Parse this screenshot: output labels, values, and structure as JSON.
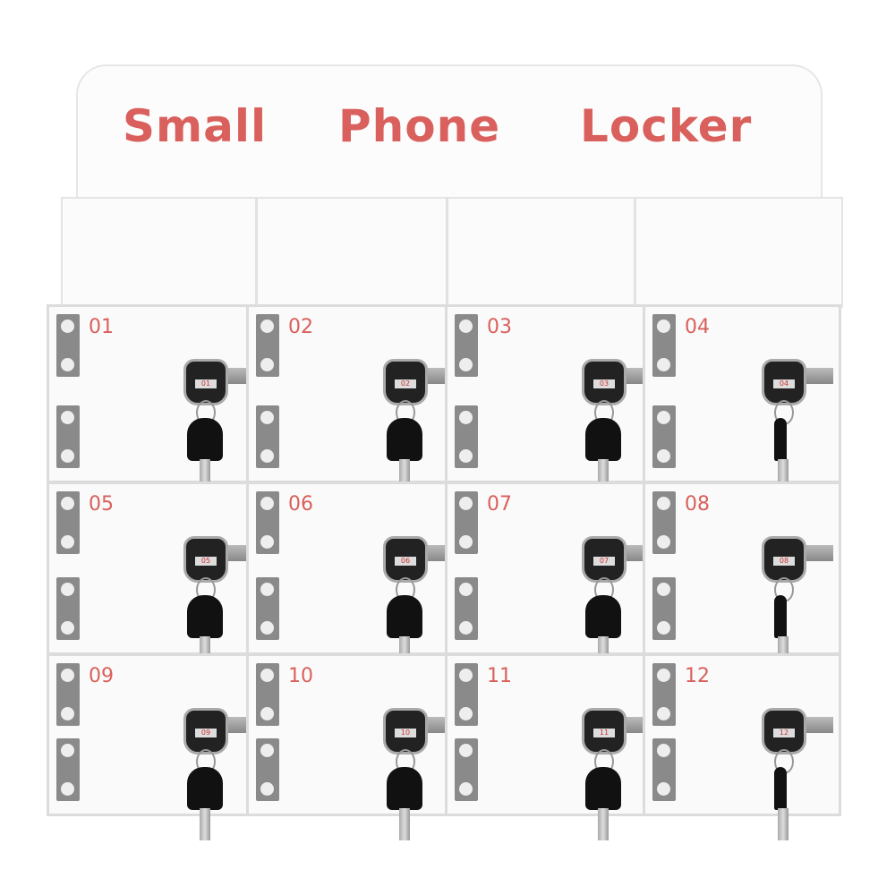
{
  "header": {
    "words": [
      "Small",
      "Phone",
      "Locker"
    ]
  },
  "lockers": [
    {
      "number": "01",
      "tag": "01"
    },
    {
      "number": "02",
      "tag": "02"
    },
    {
      "number": "03",
      "tag": "03"
    },
    {
      "number": "04",
      "tag": "04"
    },
    {
      "number": "05",
      "tag": "05"
    },
    {
      "number": "06",
      "tag": "06"
    },
    {
      "number": "07",
      "tag": "07"
    },
    {
      "number": "08",
      "tag": "08"
    },
    {
      "number": "09",
      "tag": "09"
    },
    {
      "number": "10",
      "tag": "10"
    },
    {
      "number": "11",
      "tag": "11"
    },
    {
      "number": "12",
      "tag": "12"
    }
  ],
  "colors": {
    "label_red": "#d9605c",
    "acrylic": "#fafafa",
    "key": "#111111"
  }
}
